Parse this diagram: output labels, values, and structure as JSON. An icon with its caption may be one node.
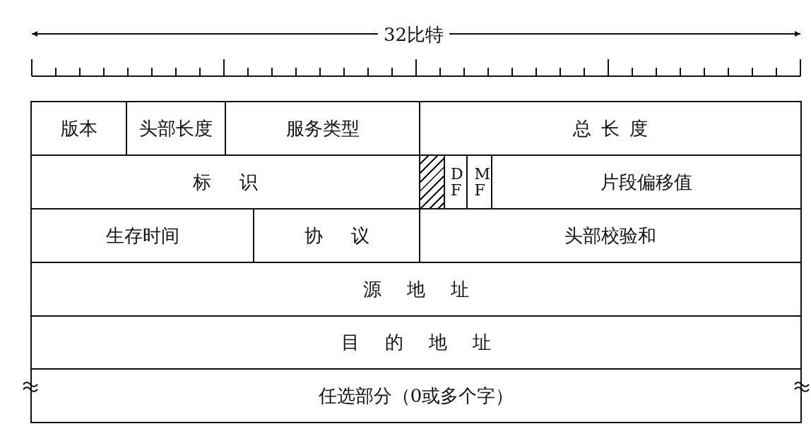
{
  "diagram": {
    "nodes": [
      {
        "text": [
          "版本"
        ]
      },
      {
        "text": [
          "头部长度"
        ]
      },
      {
        "text": [
          "服务类型"
        ]
      },
      {
        "text": [
          "总长度"
        ]
      },
      {
        "text": [
          "标识"
        ]
      },
      {
        "text": [],
        "shape": "box"
      },
      {
        "text": [
          "DF"
        ]
      },
      {
        "text": [
          "MF"
        ]
      },
      {
        "text": [
          "片段偏移值"
        ]
      },
      {
        "text": [
          "生存时间"
        ]
      },
      {
        "text": [
          "协议"
        ]
      },
      {
        "text": [
          "头部校验和"
        ]
      },
      {
        "text": [
          "源地址"
        ]
      },
      {
        "text": [
          "目的地址"
        ]
      },
      {
        "text": [
          "任选部分（0或多个字）"
        ]
      }
    ],
    "edges": [],
    "labels": [
      "32比特"
    ]
  }
}
